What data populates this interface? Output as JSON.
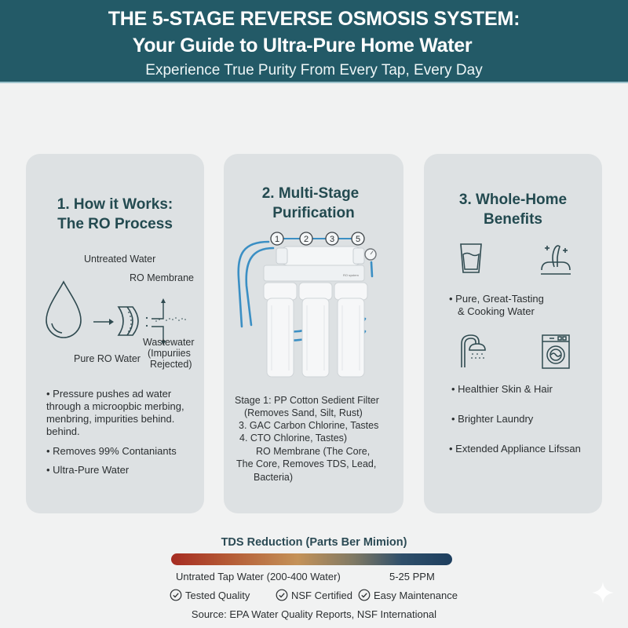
{
  "header": {
    "title_line1": "THE 5-STAGE REVERSE OSMOSIS SYSTEM:",
    "title_line2": "Your Guide to Ultra-Pure Home Water",
    "subtitle": "Experience True Purity From Every Tap, Every Day",
    "background_color": "#235a67"
  },
  "cards": [
    {
      "title_line1": "1. How it Works:",
      "title_line2": "The RO Process",
      "diagram": {
        "label_untreated": "Untreated Water",
        "label_membrane": "RO Membrane",
        "label_pure": "Pure RO Water",
        "label_waste_1": "Wastewater",
        "label_waste_2": "(Impuriies",
        "label_waste_3": "Rejected)",
        "icons": [
          "water-drop-icon",
          "arrow-right-icon",
          "membrane-icon",
          "arrow-up-icon",
          "arrow-down-icon"
        ]
      },
      "bullets": [
        "• Pressure pushes ad water",
        "through a microopbic merbing,",
        "menbring, impurities behind.",
        "behind.",
        "• Removes 99% Contaniants",
        "• Ultra-Pure Water"
      ]
    },
    {
      "title_line1": "2. Multi-Stage",
      "title_line2": "Purification",
      "stage_numbers": [
        "1",
        "2",
        "3",
        "5"
      ],
      "unit_label": "RO system",
      "stages": [
        "Stage 1: PP Cotton Sedient Filter",
        "(Removes Sand, Silt, Rust)",
        "3. GAC Carbon Chlorine, Tastes",
        "4. CTO Chlorine, Tastes)",
        "RO Membrane (The Core,",
        "The Core, Removes TDS, Lead,",
        "Bacteria)"
      ]
    },
    {
      "title_line1": "3. Whole-Home",
      "title_line2": "Benefits",
      "icons": [
        "water-glass-icon",
        "hair-icon",
        "shower-icon",
        "washing-machine-icon"
      ],
      "benefits": [
        "• Pure, Great-Tasting",
        "& Cooking Water",
        "• Healthier Skin & Hair",
        "• Brighter Laundry",
        "• Extended Appliance Lifssan"
      ]
    }
  ],
  "tds": {
    "title": "TDS Reduction (Parts Ber Mimion)",
    "left_label": "Untrated Tap Water (200-400 Water)",
    "right_label": "5-25 PPM",
    "gradient_colors": [
      "#a62c22",
      "#c49258",
      "#1e3f5f"
    ]
  },
  "badges": [
    "Tested Quality",
    "NSF Certified",
    "Easy Maintenance"
  ],
  "source": "Source: EPA Water Quality Reports, NSF International"
}
